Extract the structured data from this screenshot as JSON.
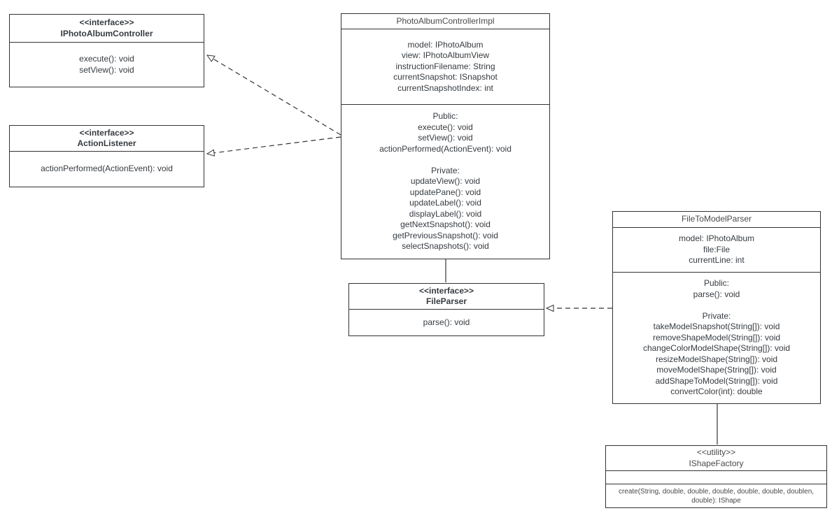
{
  "diagram": {
    "classes": {
      "iPhotoAlbumController": {
        "stereotype": "<<interface>>",
        "name": "IPhotoAlbumController",
        "members": [
          "execute(): void",
          "setView(): void"
        ]
      },
      "actionListener": {
        "stereotype": "<<interface>>",
        "name": "ActionListener",
        "members": [
          "actionPerformed(ActionEvent): void"
        ]
      },
      "photoAlbumControllerImpl": {
        "name": "PhotoAlbumControllerImpl",
        "fields": [
          "model: IPhotoAlbum",
          "view: IPhotoAlbumView",
          "instructionFilename: String",
          "currentSnapshot: ISnapshot",
          "currentSnapshotIndex: int"
        ],
        "methods": [
          "Public:",
          "execute(): void",
          "setView(): void",
          "actionPerformed(ActionEvent): void",
          "",
          "Private:",
          "updateView(): void",
          "updatePane(): void",
          "updateLabel(): void",
          "displayLabel(): void",
          "getNextSnapshot(): void",
          "getPreviousSnapshot(): void",
          "selectSnapshots(): void"
        ]
      },
      "fileParser": {
        "stereotype": "<<interface>>",
        "name": "FileParser",
        "members": [
          "parse(): void"
        ]
      },
      "fileToModelParser": {
        "name": "FileToModelParser",
        "fields": [
          "model: IPhotoAlbum",
          "file:File",
          "currentLine: int"
        ],
        "methods": [
          "Public:",
          "parse(): void",
          "",
          "Private:",
          "takeModelSnapshot(String[]): void",
          "removeShapeModel(String[]): void",
          "changeColorModelShape(String[]): void",
          "resizeModelShape(String[]): void",
          "moveModelShape(String[]): void",
          "addShapeToModel(String[]): void",
          "convertColor(int): double"
        ]
      },
      "iShapeFactory": {
        "stereotype": "<<utility>>",
        "name": "IShapeFactory",
        "members": [
          "create(String, double, double, double, double, double, doublen, double): IShape"
        ]
      }
    },
    "relations": [
      {
        "type": "realization",
        "from": "PhotoAlbumControllerImpl",
        "to": "IPhotoAlbumController"
      },
      {
        "type": "realization",
        "from": "PhotoAlbumControllerImpl",
        "to": "ActionListener"
      },
      {
        "type": "association",
        "from": "PhotoAlbumControllerImpl",
        "to": "FileParser"
      },
      {
        "type": "realization",
        "from": "FileToModelParser",
        "to": "FileParser"
      },
      {
        "type": "association",
        "from": "FileToModelParser",
        "to": "IShapeFactory"
      }
    ],
    "colors": {
      "line": "#333333",
      "text": "#363b40",
      "background": "#ffffff"
    }
  }
}
